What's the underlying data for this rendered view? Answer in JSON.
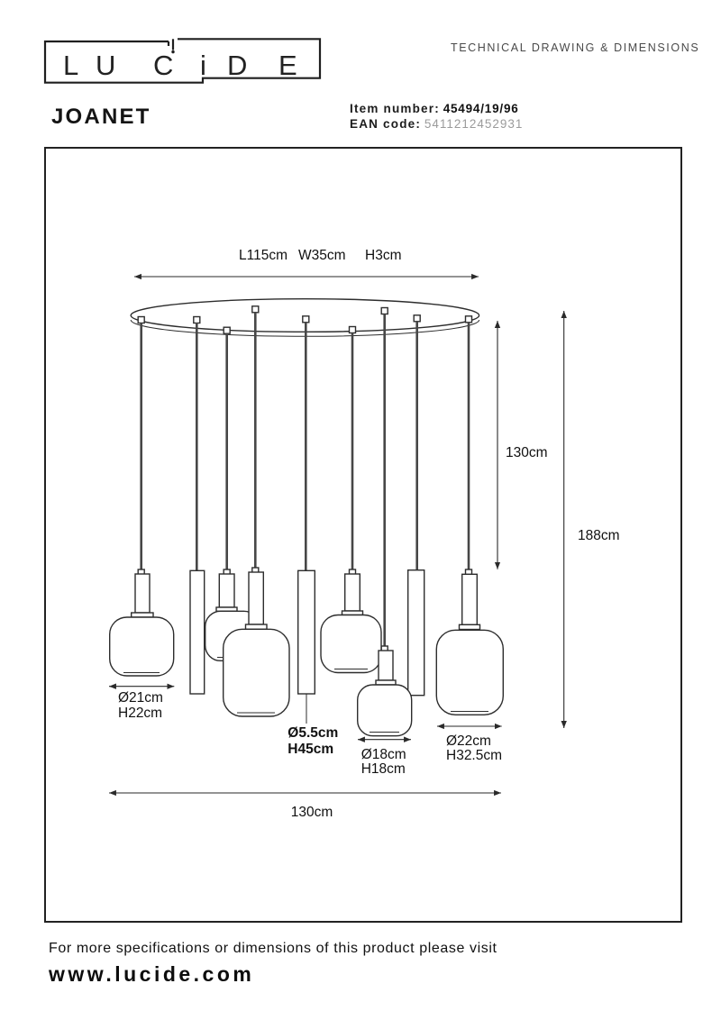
{
  "header": {
    "logo_letters": [
      "L",
      "U",
      "C",
      "i",
      "D",
      "E"
    ],
    "tagline": "TECHNICAL DRAWING & DIMENSIONS",
    "product_name": "JOANET",
    "item_label": "Item number:",
    "item_value": "45494/19/96",
    "ean_label": "EAN code:",
    "ean_value": "5411212452931"
  },
  "drawing": {
    "canopy_dims": [
      "L115cm",
      "W35cm",
      "H3cm"
    ],
    "drop_height": "130cm",
    "total_height": "188cm",
    "total_spread": "130cm",
    "lamp_medium": [
      "Ø21cm",
      "H22cm"
    ],
    "lamp_tube": [
      "Ø5.5cm",
      "H45cm"
    ],
    "lamp_small": [
      "Ø18cm",
      "H18cm"
    ],
    "lamp_large": [
      "Ø22cm",
      "H32.5cm"
    ]
  },
  "footer": {
    "note": "For more specifications or dimensions of this product please visit",
    "website": "www.lucide.com"
  }
}
